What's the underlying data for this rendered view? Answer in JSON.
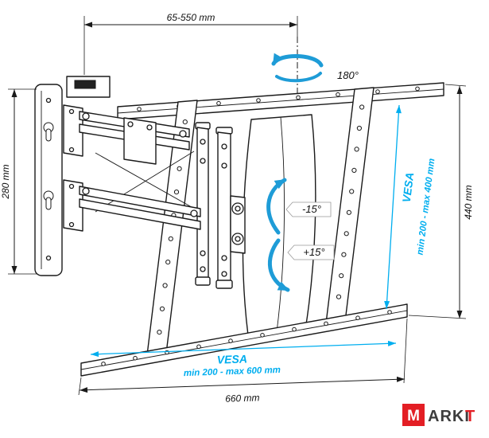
{
  "dims": {
    "extension": "65-550 mm",
    "swivel": "180°",
    "plate_height": "280 mm",
    "tilt_up": "-15°",
    "tilt_down": "+15°",
    "vesa_v_title": "VESA",
    "vesa_v_range": "min 200 - max 400 mm",
    "vesa_h_title": "VESA",
    "vesa_h_range": "min 200 - max 600 mm",
    "frame_height": "440 mm",
    "frame_width": "660 mm"
  },
  "colors": {
    "line": "#1a1a1a",
    "vesa_accent": "#00aeef",
    "arrow_blue": "#1e9cd7",
    "logo_red": "#e31e24"
  },
  "logo": {
    "box_letter": "M",
    "text_dark": "ARKI",
    "text_red": "T"
  }
}
